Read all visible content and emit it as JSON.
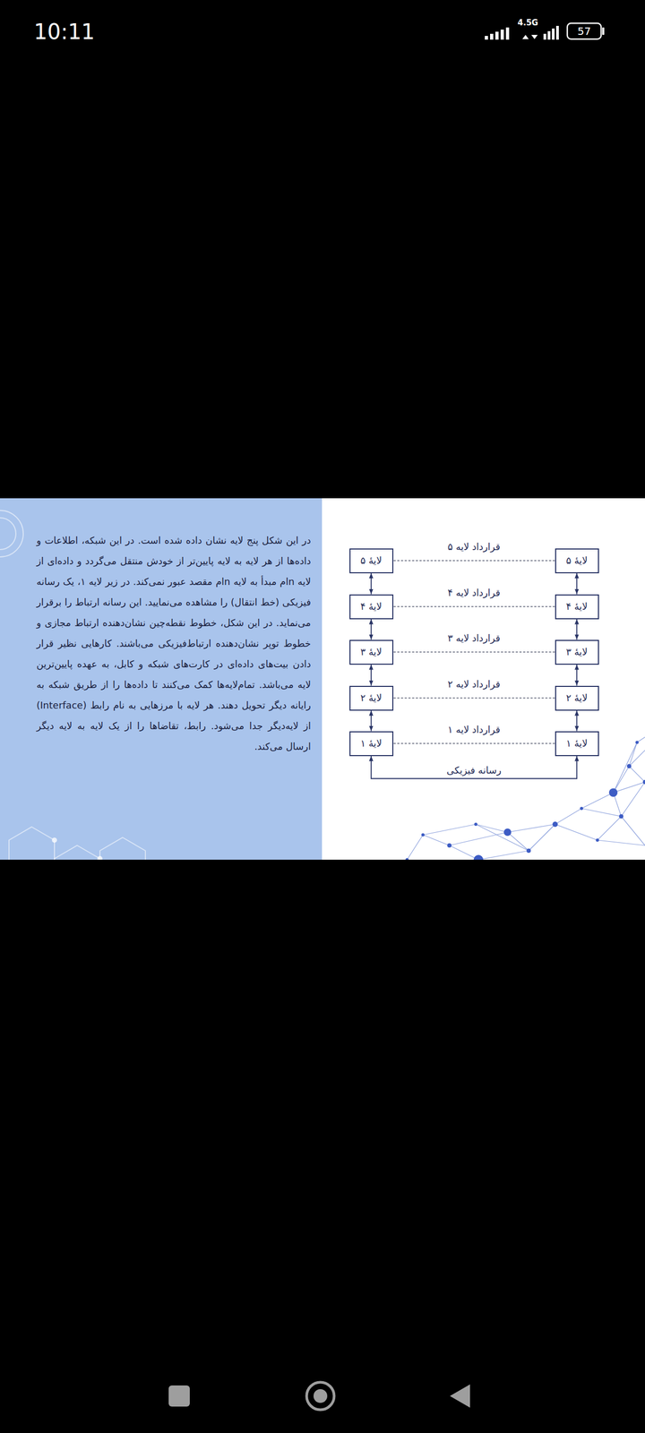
{
  "diagram": {
    "nodes": [
      {
        "text": [
          "لایهٔ ۵"
        ]
      },
      {
        "text": [
          "لایهٔ ۵"
        ]
      },
      {
        "text": [
          "لایهٔ ۴"
        ]
      },
      {
        "text": [
          "لایهٔ ۴"
        ]
      },
      {
        "text": [
          "لایهٔ ۳"
        ]
      },
      {
        "text": [
          "لایهٔ ۳"
        ]
      },
      {
        "text": [
          "لایهٔ ۲"
        ]
      },
      {
        "text": [
          "لایهٔ ۲"
        ]
      },
      {
        "text": [
          "لایهٔ ۱"
        ]
      },
      {
        "text": [
          "لایهٔ ۱"
        ]
      }
    ],
    "edges": [
      {
        "from": 0,
        "to": 1,
        "arrow": "none",
        "label": "قرارداد لایه ۵"
      },
      {
        "from": 2,
        "to": 3,
        "arrow": "none",
        "label": "قرارداد لایه ۴"
      },
      {
        "from": 4,
        "to": 5,
        "arrow": "none",
        "label": "قرارداد لایه ۳"
      },
      {
        "from": 6,
        "to": 7,
        "arrow": "none",
        "label": "قرارداد لایه ۲"
      },
      {
        "from": 8,
        "to": 9,
        "arrow": "none",
        "label": "قرارداد لایه ۱"
      },
      {
        "from": 0,
        "to": 2,
        "arrow": "both"
      },
      {
        "from": 1,
        "to": 3,
        "arrow": "both"
      },
      {
        "from": 2,
        "to": 4,
        "arrow": "both"
      },
      {
        "from": 3,
        "to": 5,
        "arrow": "both"
      },
      {
        "from": 4,
        "to": 6,
        "arrow": "both"
      },
      {
        "from": 5,
        "to": 7,
        "arrow": "both"
      },
      {
        "from": 6,
        "to": 8,
        "arrow": "both"
      },
      {
        "from": 7,
        "to": 9,
        "arrow": "both"
      },
      {
        "from": 9,
        "to": 8,
        "arrow": "both",
        "label": "رسانه فیزیکی"
      }
    ],
    "labels": [
      "10:11",
      "4.5G",
      "57",
      "در این شکل پنج لایه نشان داده شده است. در این شبکه، اطلاعات و داده‌ها از هر لایه به لایه پایین‌تر از خودش منتقل می‌گردد و داده‌ای از لایه nام مبدأ به لایه nام مقصد عبور نمی‌کند. در زیر لایه ۱، یک رسانه فیزیکی (خط انتقال) را مشاهده می‌نمایید. این رسانه ارتباط را برقرار می‌نماید. در این شکل، خطوط نقطه‌چین نشان‌دهنده ارتباط مجازی و خطوط توپر نشان‌دهنده ارتباط‌فیزیکی می‌باشند. کارهایی نظیر قرار دادن بیت‌های داده‌ای در کارت‌های شبکه و کابل، به عهده پایین‌ترین لایه می‌باشد. تمام‌لایه‌ها کمک می‌کنند تا داده‌ها را از طریق شبکه به رایانه دیگر تحویل دهند. هر لایه با مرزهایی به نام رابط (Interface) از لایه‌دیگر جدا می‌شود. رابط، تقاضاها را از یک لایه به لایه دیگر ارسال می‌کند."
    ]
  }
}
